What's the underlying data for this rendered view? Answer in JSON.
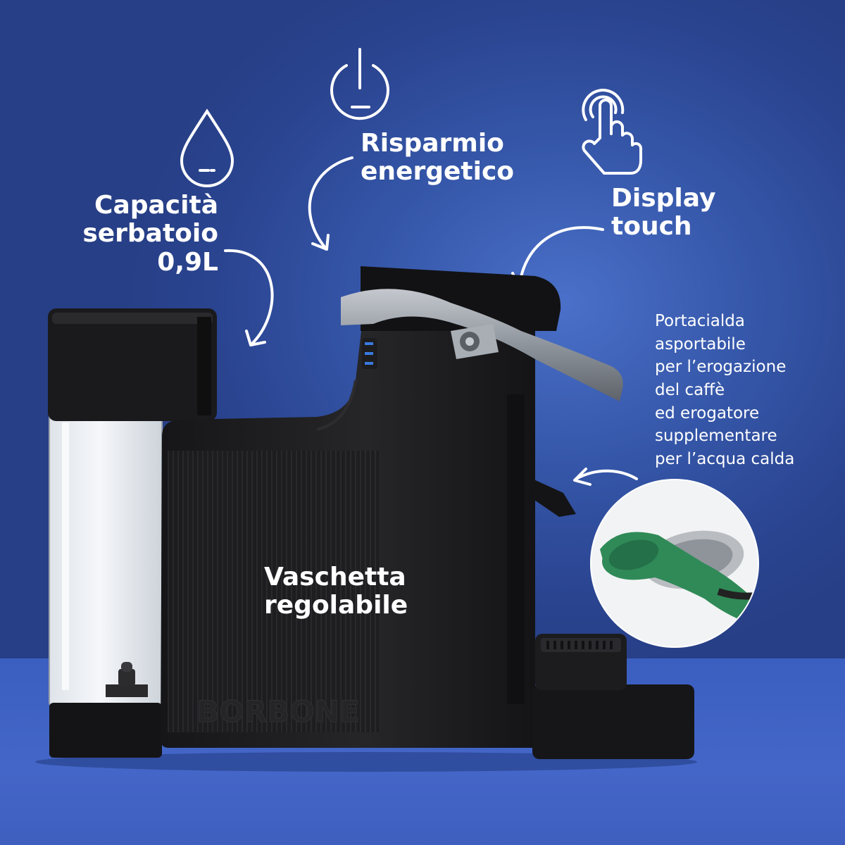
{
  "features": {
    "capacity": {
      "icon": "water-drop-icon",
      "lines": [
        "Capacità",
        "serbatoio",
        "0,9L"
      ]
    },
    "energy": {
      "icon": "power-icon",
      "lines": [
        "Risparmio",
        "energetico"
      ]
    },
    "display": {
      "icon": "touch-hand-icon",
      "lines": [
        "Display",
        "touch"
      ]
    },
    "tray": {
      "icon": "coffee-cup-icon",
      "lines": [
        "Vaschetta",
        "regolabile"
      ]
    },
    "holder": {
      "lines": [
        "Portacialda",
        "asportabile",
        "per l’erogazione",
        "del caffè",
        "ed erogatore",
        "supplementare",
        "per l’acqua calda"
      ]
    }
  },
  "product": {
    "brand_embossed": "BORBONE"
  },
  "colors": {
    "background": "#3556a8",
    "machine_body": "#1c1c1e",
    "handle": "#9aa0a8",
    "holder_green": "#2f8a57"
  }
}
